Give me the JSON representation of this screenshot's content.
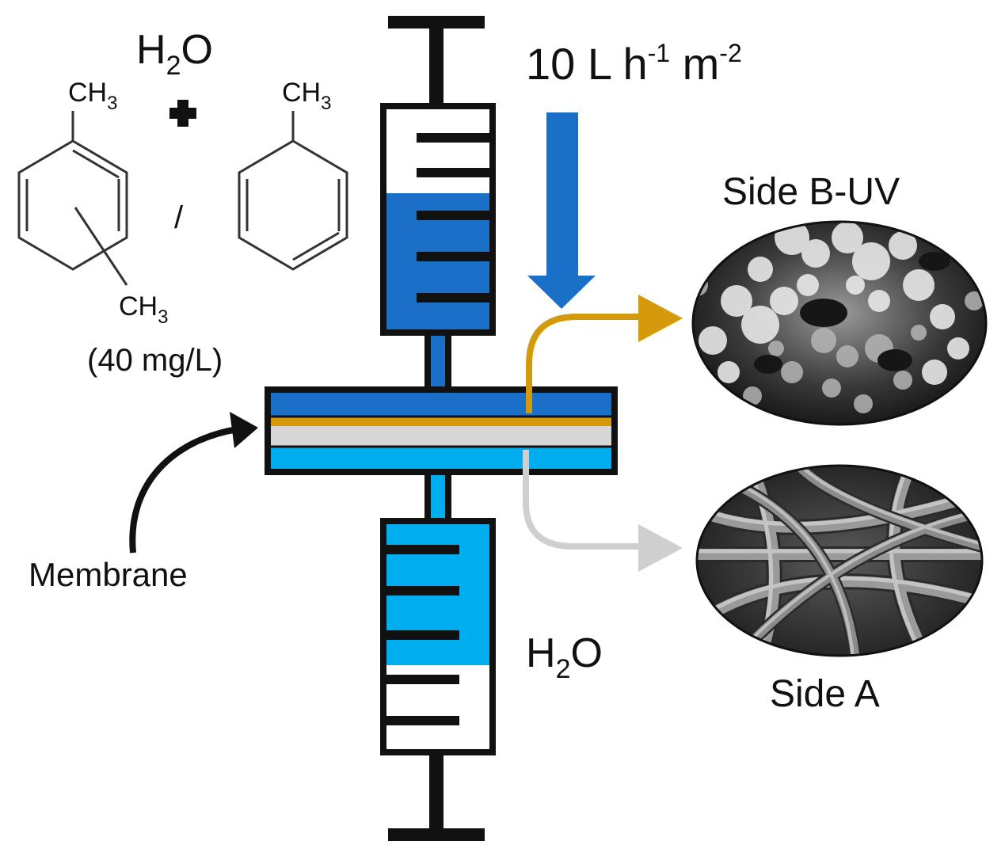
{
  "labels": {
    "water_top": {
      "main": "H",
      "sub": "2",
      "tail": "O"
    },
    "water_bottom": {
      "main": "H",
      "sub": "2",
      "tail": "O"
    },
    "plus": "+",
    "separator": "/",
    "ch3": {
      "main": "CH",
      "sub": "3"
    },
    "concentration": "(40 mg/L)",
    "flux": {
      "value": "10 L h",
      "sup1": "-1",
      "unit": " m",
      "sup2": "-2"
    },
    "membrane": "Membrane",
    "side_b": "Side B-UV",
    "side_a": "Side A"
  },
  "colors": {
    "feed_blue": "#1a6fc7",
    "permeate_blue": "#00aef0",
    "gold_layer": "#d59a0b",
    "grey_layer": "#d6d6d6",
    "grey_arrow": "#cfcfcf",
    "outline": "#111111"
  }
}
